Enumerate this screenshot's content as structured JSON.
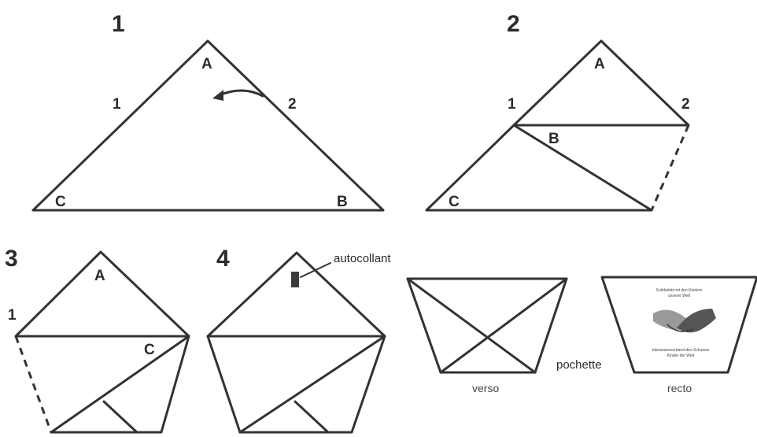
{
  "steps": [
    {
      "number": "1",
      "labels": {
        "A": "A",
        "B": "B",
        "C": "C",
        "p1": "1",
        "p2": "2"
      }
    },
    {
      "number": "2",
      "labels": {
        "A": "A",
        "B": "B",
        "C": "C",
        "p1": "1",
        "p2": "2"
      }
    },
    {
      "number": "3",
      "labels": {
        "A": "A",
        "C": "C",
        "p1": "1"
      }
    },
    {
      "number": "4",
      "labels": {
        "sticker": "autocollant"
      }
    }
  ],
  "pocket": {
    "label": "pochette",
    "verso": "verso",
    "recto": "recto",
    "recto_text_top_line1": "Solidarität mit den Kindern",
    "recto_text_top_line2": "unserer Welt",
    "recto_text_bottom_line1": "Interessenverband des Schutzes",
    "recto_text_bottom_line2": "Kinder der Welt"
  }
}
